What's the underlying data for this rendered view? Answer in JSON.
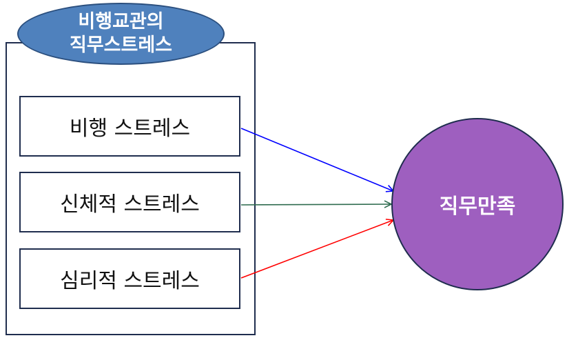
{
  "group": {
    "title_line1": "비행교관의",
    "title_line2": "직무스트레스",
    "items": [
      {
        "label": "비행 스트레스",
        "arrow_color": "#0000ff"
      },
      {
        "label": "신체적 스트레스",
        "arrow_color": "#2e6b4e"
      },
      {
        "label": "심리적 스트레스",
        "arrow_color": "#ff0000"
      }
    ]
  },
  "target": {
    "label": "직무만족"
  },
  "colors": {
    "ellipse_fill": "#4f81bd",
    "circle_fill": "#9e5fbf",
    "border": "#1f2d4e"
  }
}
